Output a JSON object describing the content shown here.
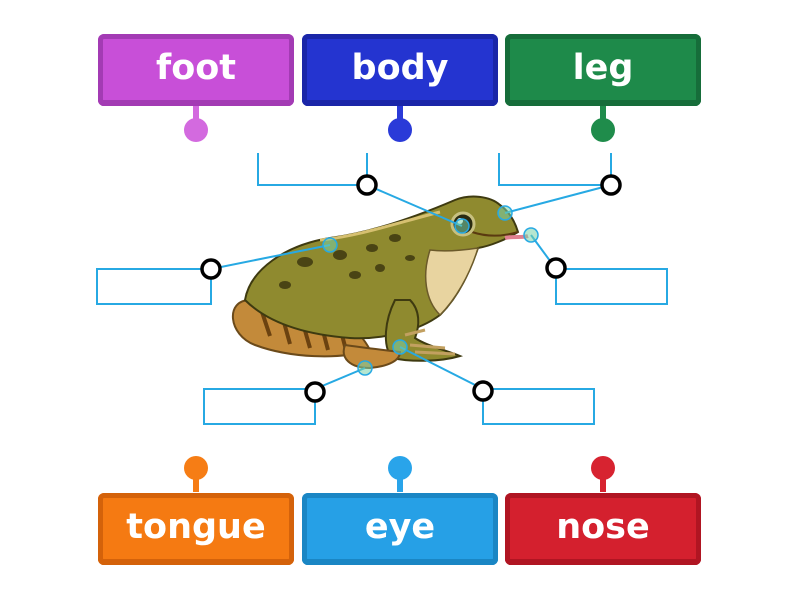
{
  "labels": {
    "top": [
      {
        "text": "foot",
        "color": "#c84fd8",
        "shade": "#a33bb4",
        "peg": "#d36adf"
      },
      {
        "text": "body",
        "color": "#2434d0",
        "shade": "#1a26a8",
        "peg": "#2a3ad8"
      },
      {
        "text": "leg",
        "color": "#1e8a4a",
        "shade": "#166d3a",
        "peg": "#1f8c4b"
      }
    ],
    "bottom": [
      {
        "text": "tongue",
        "color": "#f57a12",
        "shade": "#d4620a",
        "peg": "#f67d15"
      },
      {
        "text": "eye",
        "color": "#26a0e6",
        "shade": "#1a86c4",
        "peg": "#29a4ea"
      },
      {
        "text": "nose",
        "color": "#d4202e",
        "shade": "#b01522",
        "peg": "#d72330"
      }
    ]
  },
  "colors": {
    "connector": "#27a9e3"
  }
}
